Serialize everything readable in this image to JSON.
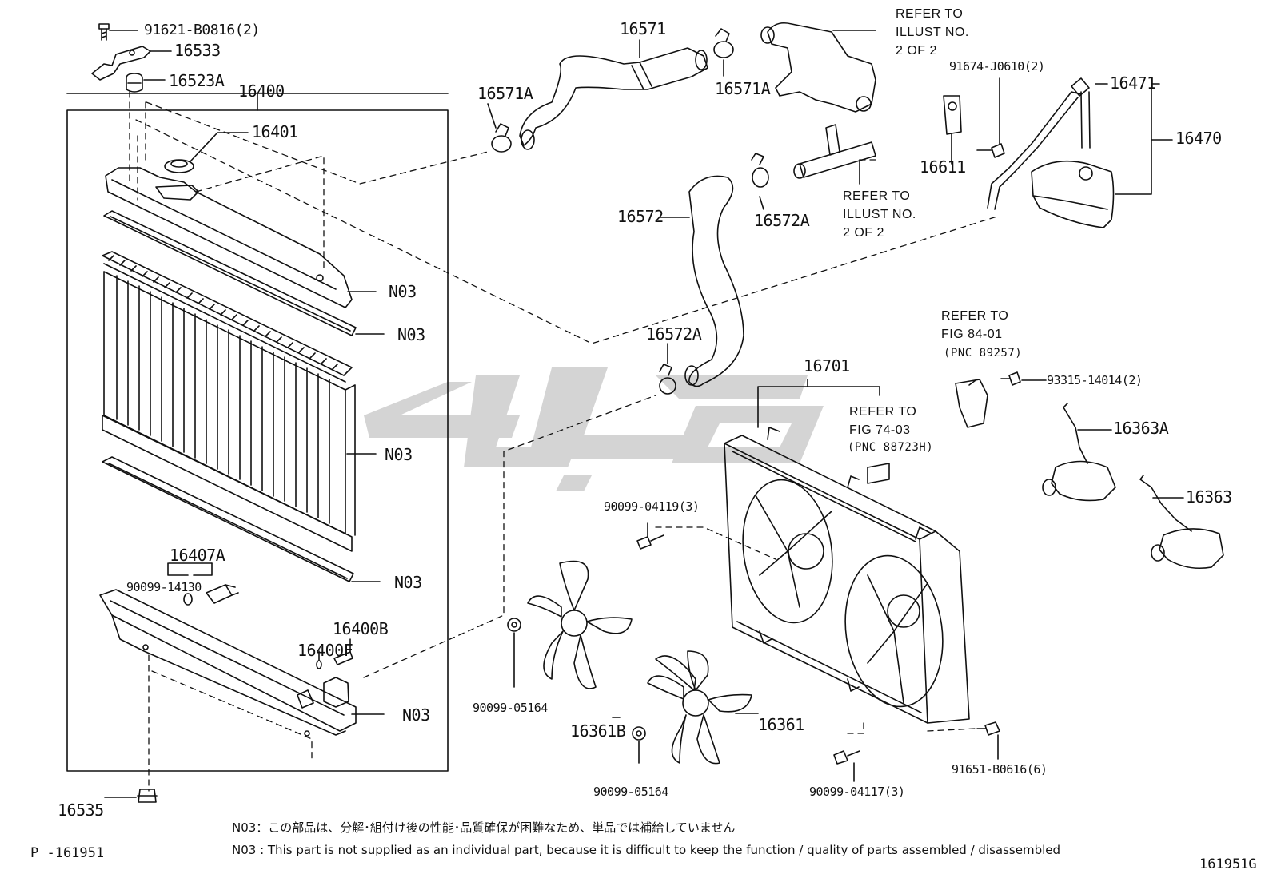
{
  "parts": {
    "p91621": "91621-B0816(2)",
    "p16533": "16533",
    "p16523A": "16523A",
    "p16400": "16400",
    "p16401": "16401",
    "p16571": "16571",
    "p16571A_left": "16571A",
    "p16571A_right": "16571A",
    "p16572": "16572",
    "p16572A_top": "16572A",
    "p16572A_bottom": "16572A",
    "p91674": "91674-J0610(2)",
    "p16471": "16471",
    "p16470": "16470",
    "p16611": "16611",
    "p16701": "16701",
    "p93315": "93315-14014(2)",
    "p16363A": "16363A",
    "p16363": "16363",
    "p90099_04119": "90099-04119(3)",
    "p90099_05164_a": "90099-05164",
    "p90099_05164_b": "90099-05164",
    "p16361B": "16361B",
    "p16361": "16361",
    "p90099_04117": "90099-04117(3)",
    "p91651": "91651-B0616(6)",
    "p16407A": "16407A",
    "p90099_14130": "90099-14130",
    "p16400B": "16400B",
    "p16400F": "16400F",
    "p16535": "16535",
    "n03_1": "N03",
    "n03_2": "N03",
    "n03_3": "N03",
    "n03_4": "N03",
    "n03_5": "N03"
  },
  "refers": {
    "illust_top": "REFER TO\nILLUST NO.\n2 OF 2",
    "illust_mid": "REFER TO\nILLUST NO.\n2 OF 2",
    "fig84_title": "REFER TO\nFIG 84-01",
    "fig84_pnc": "(PNC 89257)",
    "fig74_title": "REFER TO\nFIG 74-03",
    "fig74_pnc": "(PNC 88723H)"
  },
  "notes": {
    "jp": "N03：この部品は、分解･組付け後の性能･品質確保が困難なため、単品では補給していません",
    "en": "N03 : This part is not supplied as an individual part, because it is difficult to keep the function / quality of parts assembled / disassembled"
  },
  "corners": {
    "page_code": "P  -161951",
    "fig_code": "161951G"
  }
}
